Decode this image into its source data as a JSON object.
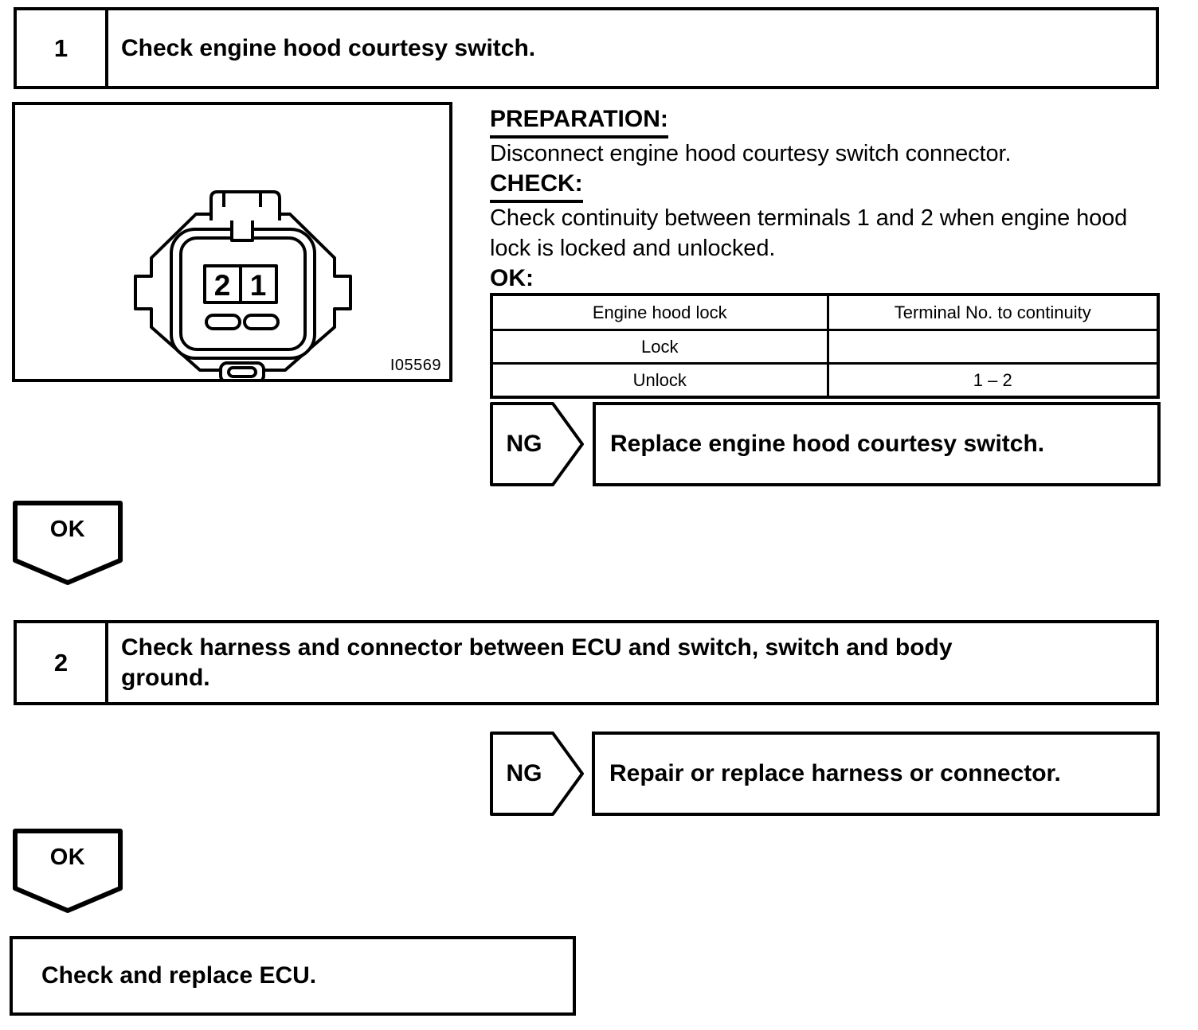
{
  "steps": [
    {
      "number": "1",
      "title": "Check engine hood courtesy switch."
    },
    {
      "number": "2",
      "title": "Check harness and connector between ECU and switch, switch and body ground."
    }
  ],
  "figure": {
    "code": "I05569",
    "terminals": [
      "2",
      "1"
    ]
  },
  "instructions": {
    "preparation_label": "PREPARATION:",
    "preparation_text": "Disconnect engine hood courtesy switch connector.",
    "check_label": "CHECK:",
    "check_text": "Check continuity between terminals 1 and 2 when engine hood lock is locked and unlocked.",
    "ok_label": "OK:"
  },
  "table": {
    "headers": [
      "Engine hood lock",
      "Terminal No. to continuity"
    ],
    "rows": [
      {
        "condition": "Lock",
        "terminals": ""
      },
      {
        "condition": "Unlock",
        "terminals": "1 – 2"
      }
    ]
  },
  "branches": [
    {
      "condition": "NG",
      "action": "Replace engine hood courtesy switch."
    },
    {
      "condition": "NG",
      "action": "Repair or replace harness or connector."
    }
  ],
  "ok_labels": [
    "OK",
    "OK"
  ],
  "final_action": "Check and replace ECU."
}
